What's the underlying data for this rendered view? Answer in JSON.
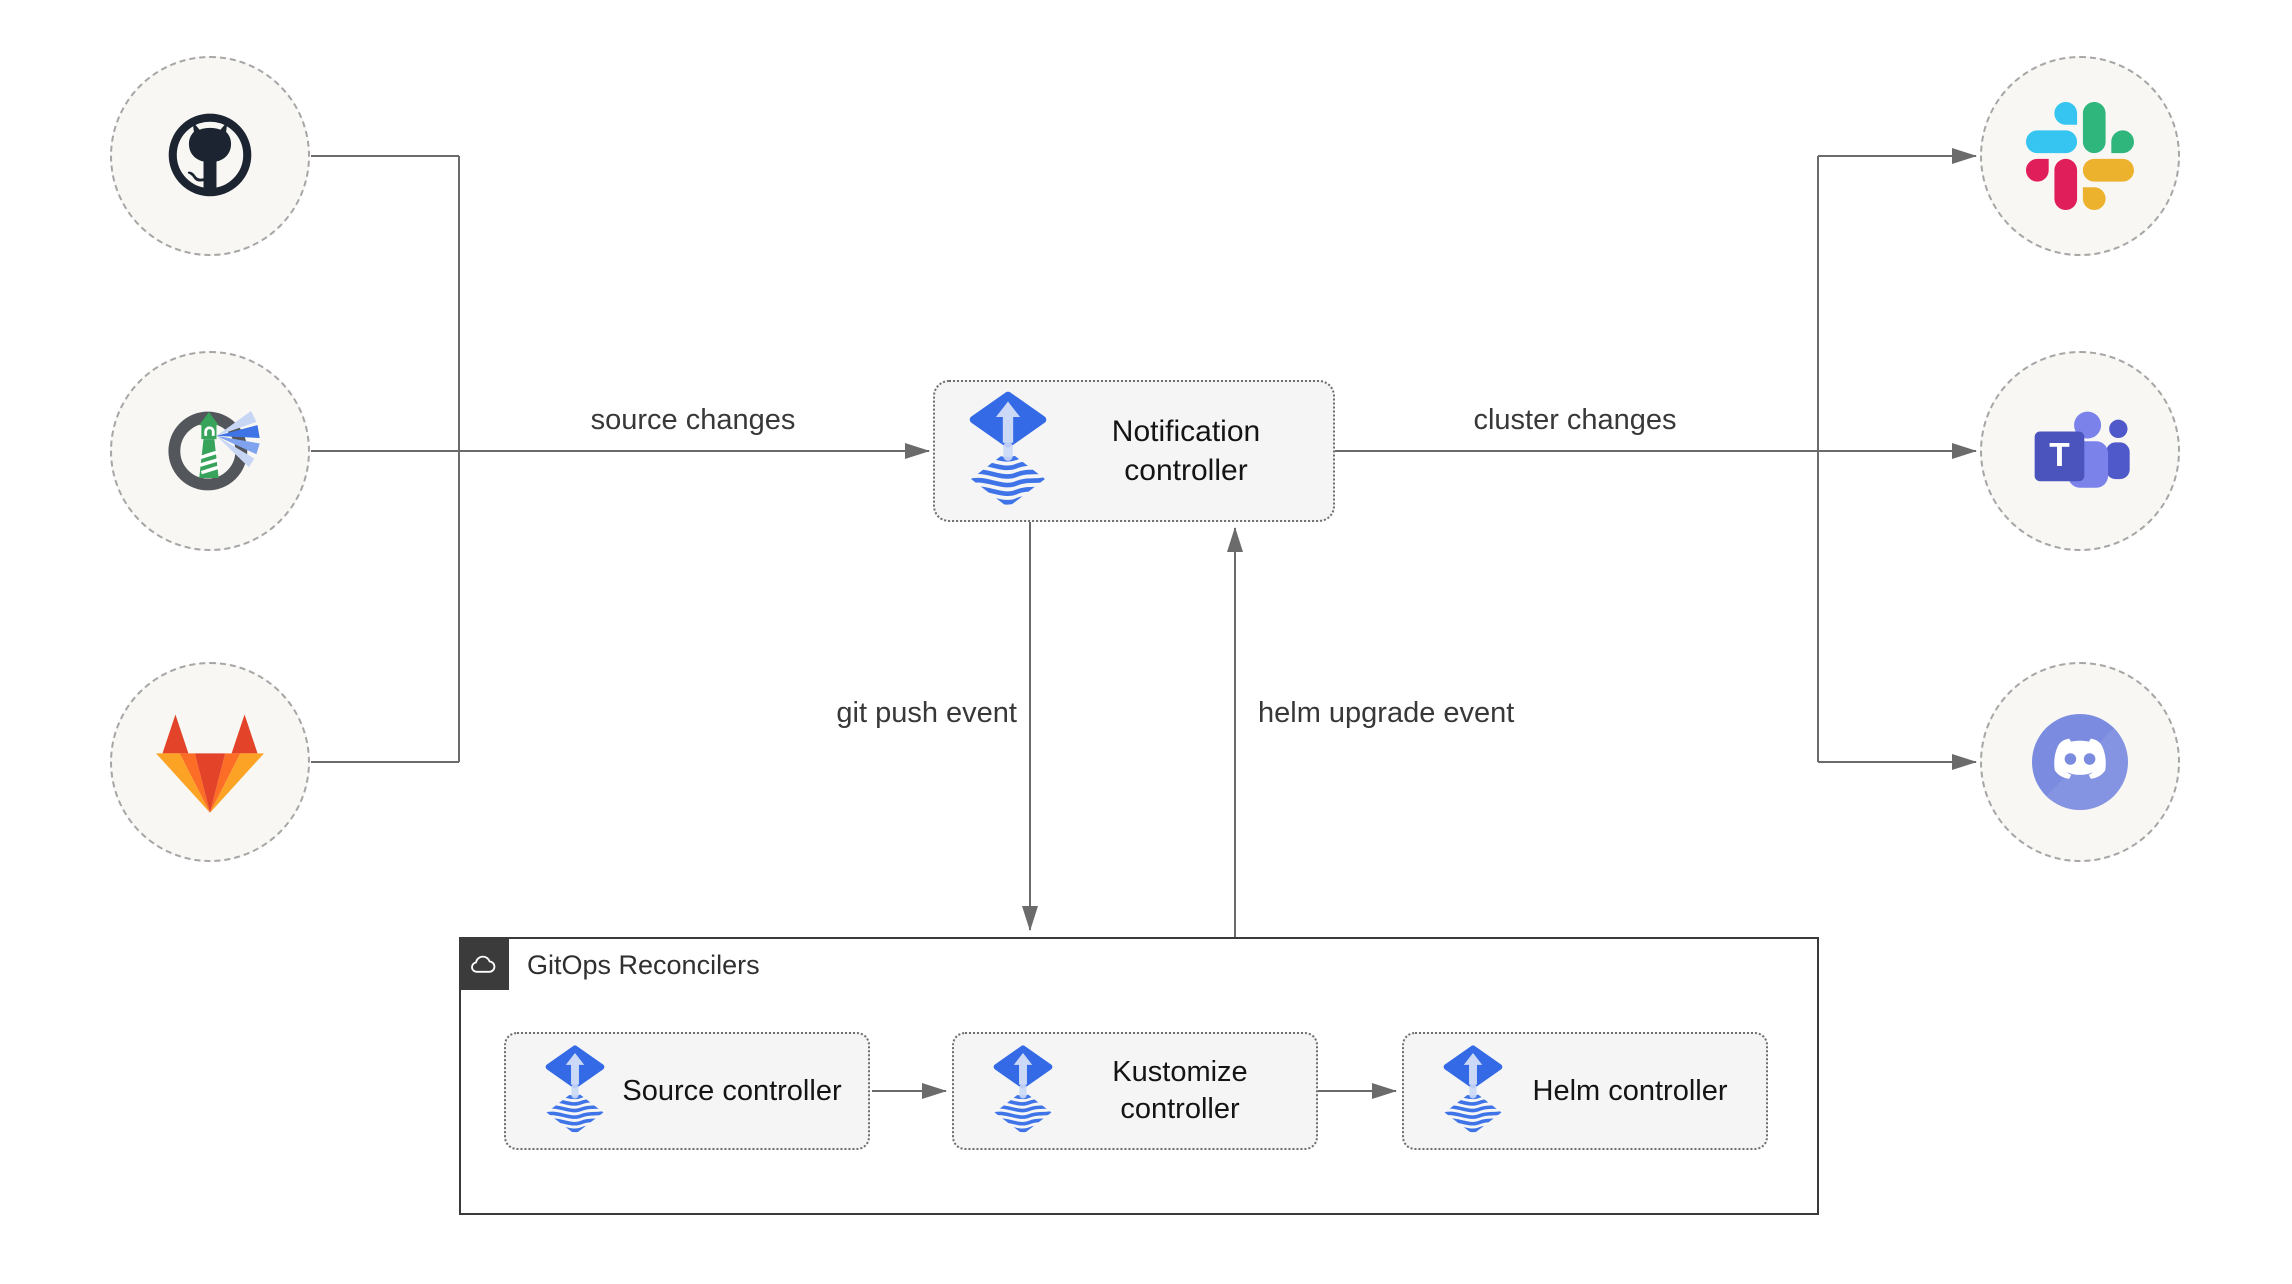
{
  "diagram": {
    "type": "flux-notification-architecture"
  },
  "boxes": {
    "notification": {
      "label": "Notification controller",
      "icon": "flux-icon"
    }
  },
  "gitops": {
    "title": "GitOps Reconcilers",
    "badge_icon": "cloud-icon",
    "controllers": [
      {
        "label": "Source controller",
        "icon": "flux-icon"
      },
      {
        "label": "Kustomize controller",
        "icon": "flux-icon"
      },
      {
        "label": "Helm controller",
        "icon": "flux-icon"
      }
    ]
  },
  "edges": {
    "source_changes": "source changes",
    "cluster_changes": "cluster changes",
    "git_push": "git push event",
    "helm_upgrade": "helm upgrade event"
  },
  "source_nodes": [
    {
      "icon": "github-icon"
    },
    {
      "icon": "harbor-icon"
    },
    {
      "icon": "gitlab-icon"
    }
  ],
  "target_nodes": [
    {
      "icon": "slack-icon"
    },
    {
      "icon": "teams-icon"
    },
    {
      "icon": "discord-icon"
    }
  ],
  "colors": {
    "flux_blue": "#356AE6",
    "flux_arrow_light": "#CBD9F7",
    "wire": "#6B6B6B",
    "box_bg": "#F5F5F5",
    "box_border": "#6E6E6E",
    "circle_bg": "#F8F7F4",
    "circle_border": "#A6A6A6",
    "outer_border": "#3A3A3A",
    "badge_bg": "#3B3B3B",
    "github_dark": "#1B2430",
    "gitlab_red": "#E24329",
    "gitlab_orange": "#FC6D26",
    "gitlab_yellow": "#FCA326",
    "slack_blue": "#36C5F0",
    "slack_green": "#2EB67D",
    "slack_red": "#E01E5A",
    "slack_yellow": "#ECB22E",
    "teams_purple": "#4B53BC",
    "teams_light": "#7B83EB",
    "discord_blurple": "#7A8BE0",
    "harbor_gray": "#53565A",
    "harbor_green": "#37A35B",
    "harbor_beam": "#3E74E6"
  }
}
